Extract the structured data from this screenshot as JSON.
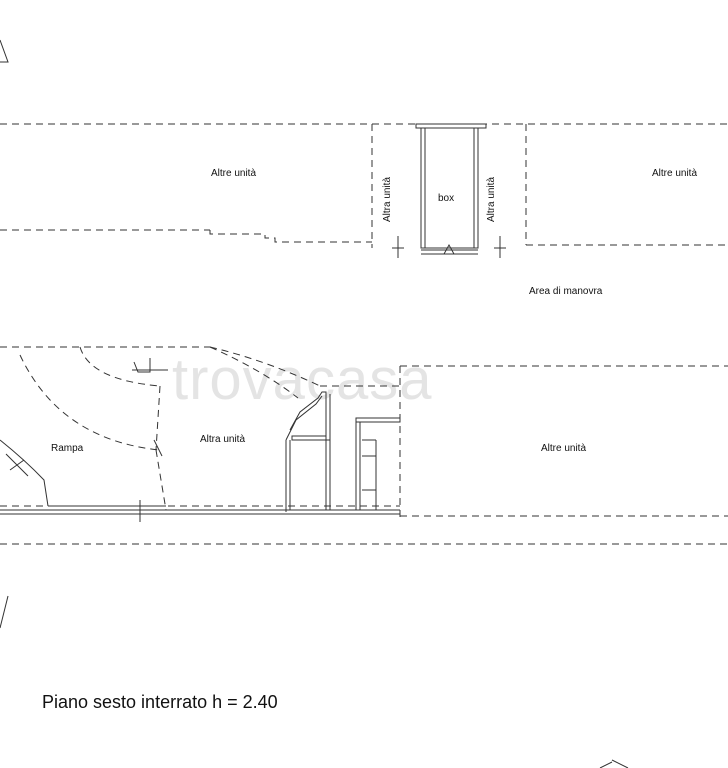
{
  "plan": {
    "labels": {
      "altre_unita_top_left": "Altre unità",
      "altre_unita_top_right": "Altre unità",
      "altra_unita_vertical_left": "Altra unità",
      "altra_unita_vertical_right": "Altra unità",
      "box": "box",
      "area_di_manovra": "Area di manovra",
      "rampa": "Rampa",
      "altra_unita_bottom_left": "Altra unità",
      "altre_unita_bottom_right": "Altre unità"
    },
    "watermark": "trovacasa",
    "caption": "Piano sesto interrato h = 2.40"
  }
}
